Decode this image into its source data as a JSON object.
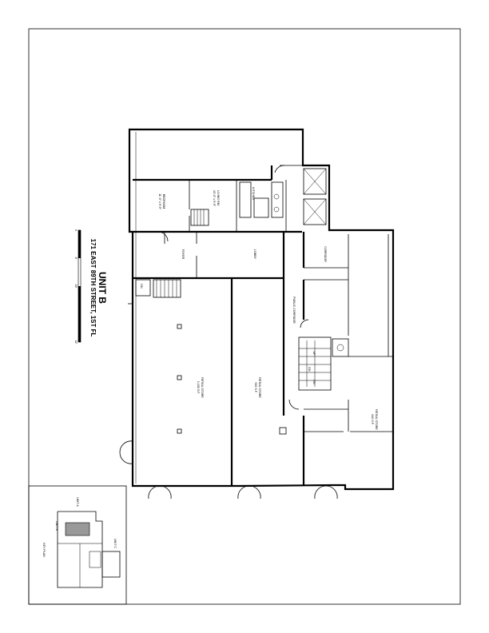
{
  "title_block": {
    "unit_title": "UNIT B",
    "address": "171 EAST 89TH STREET, 1ST FL"
  },
  "scale_bar": {
    "ticks": [
      "0",
      "8'",
      "16'",
      "32'"
    ]
  },
  "key_plan": {
    "label": "KEY PLAN",
    "unit_labels": [
      "UNIT A",
      "UNIT B",
      "UNIT C"
    ]
  },
  "rooms": {
    "retail_store_1": [
      "RETAIL STORE",
      "1,150 S.F."
    ],
    "retail_store_2": [
      "RETAIL STORE",
      "915 S.F."
    ],
    "retail_store_3": [
      "RETAIL STORE",
      "640 S.F."
    ],
    "lobby": "LOBBY",
    "foyer": "FOYER",
    "public_corridor": "PUBLIC CORRIDOR",
    "corridor": "CORRIDOR",
    "bedroom": [
      "BEDROOM",
      "11'-0\" x 9'-9\""
    ],
    "living_room": [
      "LIVING RM.",
      "13'-0\" x 9'-9\""
    ],
    "kitchen": "KITCHEN",
    "stair_labels": [
      "DN",
      "UP",
      "DN",
      "DN"
    ]
  }
}
